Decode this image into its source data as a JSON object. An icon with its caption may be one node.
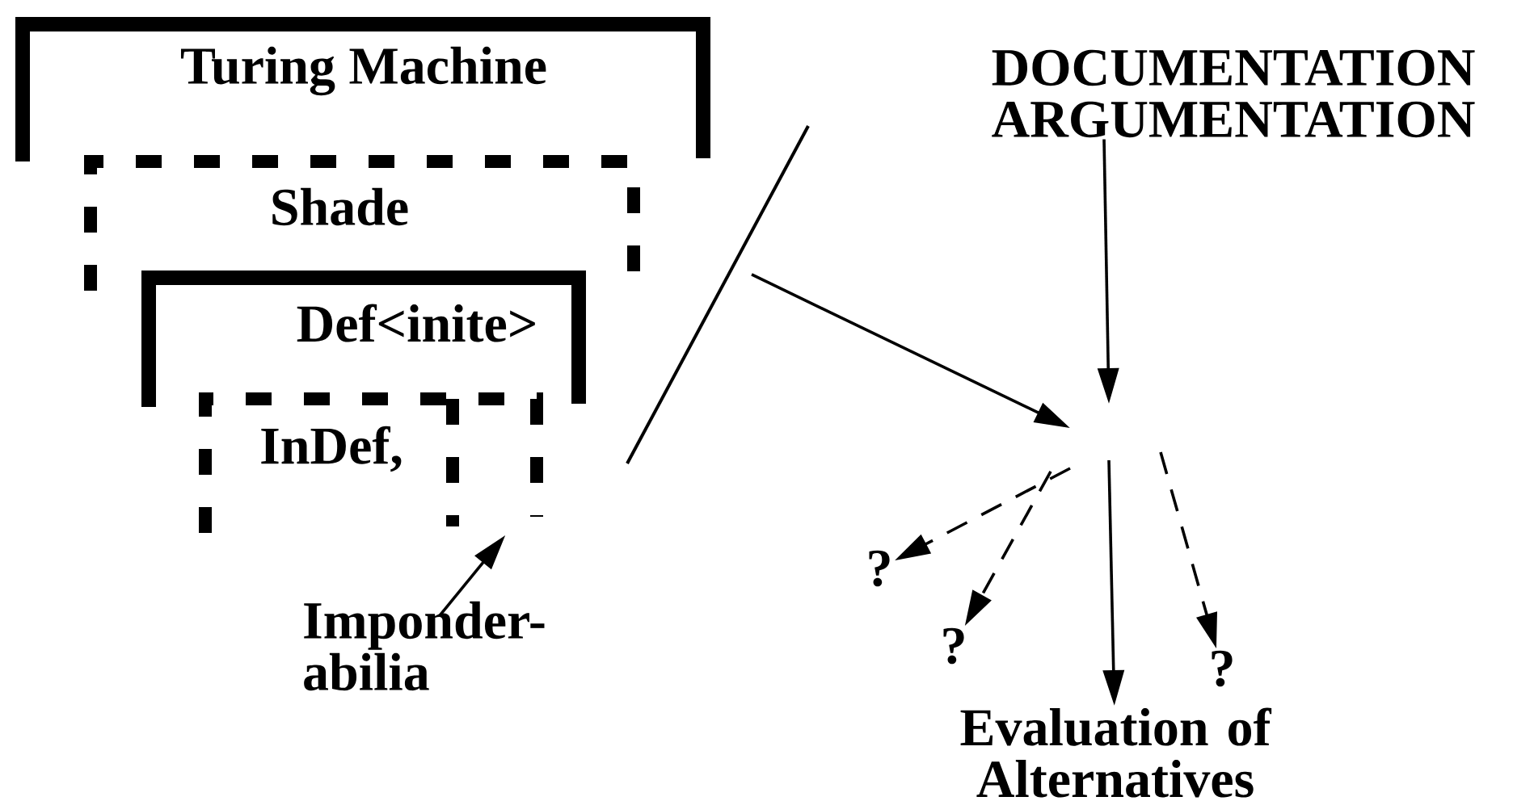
{
  "diagram": {
    "nodes": [
      {
        "text": [
          "Turing Machine"
        ]
      },
      {
        "text": [
          "Shade"
        ]
      },
      {
        "text": [
          "Def<inite>"
        ]
      },
      {
        "text": [
          "InDef,"
        ]
      },
      {
        "text": [
          "Imponder- abilia"
        ]
      },
      {
        "text": [
          "DOCUMENTATION ARGUMENTATION"
        ]
      },
      {
        "text": [
          "?"
        ]
      },
      {
        "text": [
          "?"
        ]
      },
      {
        "text": [
          "?"
        ]
      },
      {
        "text": [
          "Evaluation of Alternatives"
        ]
      }
    ],
    "edges": [
      {
        "from": 4,
        "to": 3,
        "arrow": "to"
      },
      {
        "from": 5,
        "to": null,
        "arrow": "to"
      },
      {
        "from": null,
        "to": 6,
        "arrow": "to",
        "style": "dashed"
      },
      {
        "from": null,
        "to": 7,
        "arrow": "to",
        "style": "dashed"
      },
      {
        "from": null,
        "to": 9,
        "arrow": "to"
      },
      {
        "from": null,
        "to": 8,
        "arrow": "to",
        "style": "dashed"
      }
    ]
  }
}
